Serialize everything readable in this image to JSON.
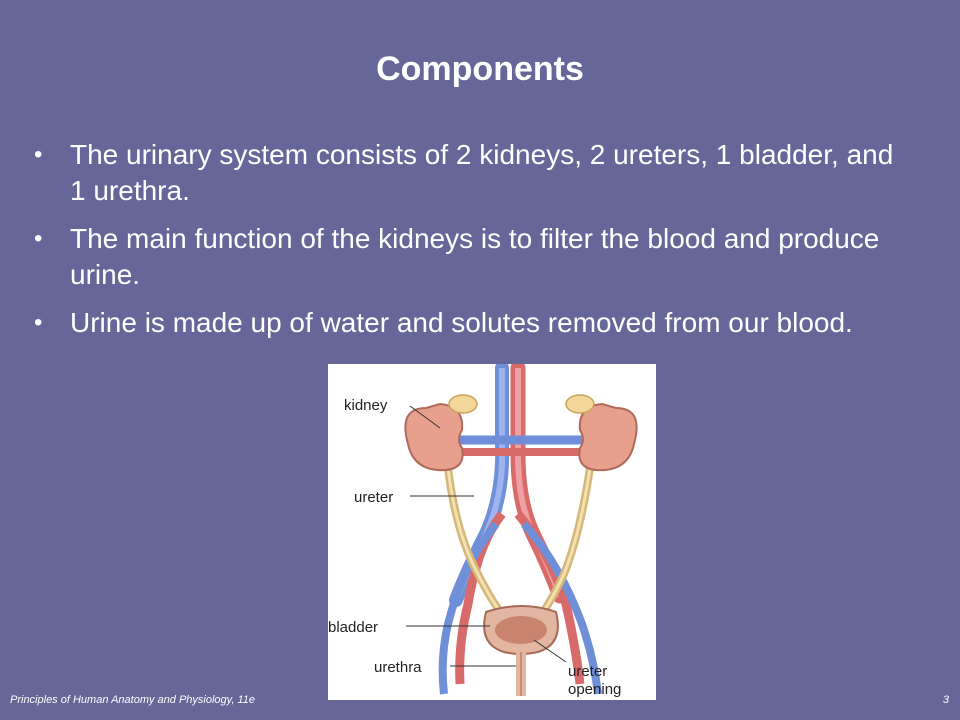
{
  "slide": {
    "title": "Components",
    "bullets": [
      "The urinary system consists of 2 kidneys, 2 ureters, 1 bladder, and 1 urethra.",
      "The main function of the kidneys is to filter the blood and produce urine.",
      "Urine is made up of water and solutes removed from our blood."
    ],
    "bullet_glyph": "•"
  },
  "figure": {
    "labels": {
      "kidney": "kidney",
      "ureter": "ureter",
      "bladder": "bladder",
      "urethra": "urethra",
      "ureter_opening_1": "ureter",
      "ureter_opening_2": "opening"
    }
  },
  "footer": {
    "book": "Principles of Human Anatomy and Physiology, 11e",
    "page_number": "3"
  },
  "colors": {
    "background": "#666699",
    "text": "#ffffff"
  }
}
